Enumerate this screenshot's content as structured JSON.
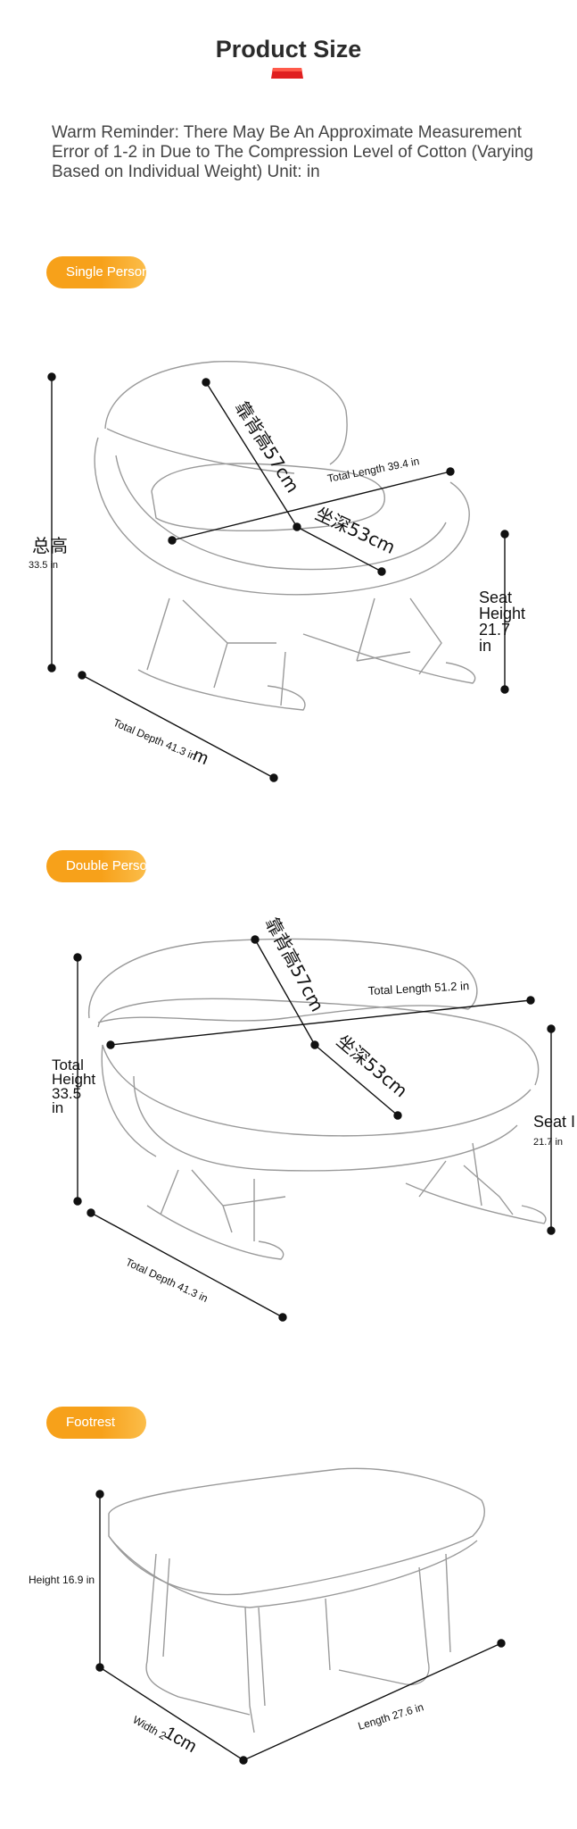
{
  "header": {
    "title": "Product Size",
    "reminder": "Warm Reminder: There May Be An Approximate Measurement Error of 1-2 in Due to The Compression Level of Cotton (Varying Based on Individual Weight) Unit: in",
    "accent_color": "#e02020"
  },
  "sections": {
    "single": {
      "tag": "Single Person",
      "labels": {
        "back_height": "靠背高57cm",
        "seat_depth": "坐深53cm",
        "total_length": "Total Length 39.4 in",
        "total_height_cn": "总高",
        "total_height_val": "33.5 in",
        "seat_height_1": "Seat",
        "seat_height_2": "Height",
        "seat_height_3": "21.7",
        "seat_height_4": "in",
        "total_depth": "Total Depth 41.3 in",
        "depth_m": "m"
      }
    },
    "double": {
      "tag": "Double Person",
      "labels": {
        "back_height": "靠背高57cm",
        "seat_depth": "坐深53cm",
        "total_length": "Total Length 51.2 in",
        "total_height_1": "Total",
        "total_height_2": "Height",
        "total_height_3": "33.5",
        "total_height_4": "in",
        "seat_height_1": "Seat I",
        "seat_height_2": "21.7 in",
        "total_depth": "Total Depth 41.3 in"
      }
    },
    "footrest": {
      "tag": "Footrest",
      "labels": {
        "height": "Height 16.9 in",
        "width": "Width 2",
        "width_cm": "1cm",
        "length": "Length 27.6 in"
      }
    }
  },
  "colors": {
    "pill": "#f7a11a",
    "line": "#111111",
    "sketch": "#9a9a9a"
  }
}
